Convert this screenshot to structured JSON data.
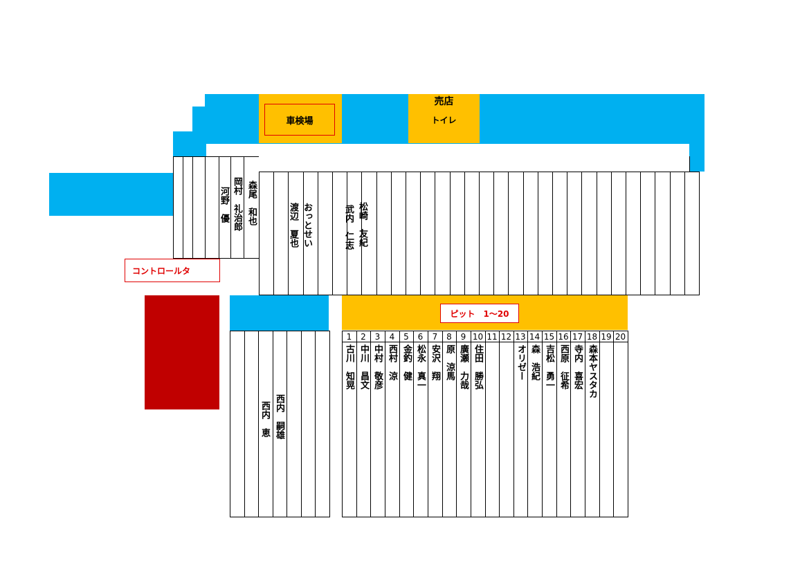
{
  "facilities": {
    "inspection": "車検場",
    "shop": "売店",
    "toilet": "トイレ",
    "control_tower": "コントロールタ",
    "pit_label": "ピット　1～20"
  },
  "upper_paddock": {
    "kono": "河野　優",
    "okamura": "岡村　礼治郎",
    "morio": "森尾　和也",
    "watanabe": "渡辺　夏也",
    "ottosei": "おっとせい",
    "takeuchi": "武内　仁志",
    "matsuzaki": "松崎　友紀"
  },
  "lower_left": {
    "nishiuchi_megumi": "西内　恵",
    "nishiuchi_tsuguo": "西内　嗣雄"
  },
  "pits": {
    "numbers": [
      "1",
      "2",
      "3",
      "4",
      "5",
      "6",
      "7",
      "8",
      "9",
      "10",
      "11",
      "12",
      "13",
      "14",
      "15",
      "16",
      "17",
      "18",
      "19",
      "20"
    ],
    "names": [
      "古川　知晃",
      "中川　昌文",
      "中村　敬彦",
      "西村　涼",
      "金釣　健",
      "松永　真一",
      "安沢　翔",
      "原　涼馬",
      "廣瀬　力哉",
      "住田　勝弘",
      "",
      "",
      "オリゼー",
      "森　浩紀",
      "吉松　勇一",
      "西原　征希",
      "寺内　喜宏",
      "森本ヤスタカ",
      "",
      ""
    ]
  },
  "colors": {
    "blue": "#00b0f0",
    "orange": "#ffc000",
    "dark_red": "#c00000",
    "label_red": "#e00000"
  }
}
